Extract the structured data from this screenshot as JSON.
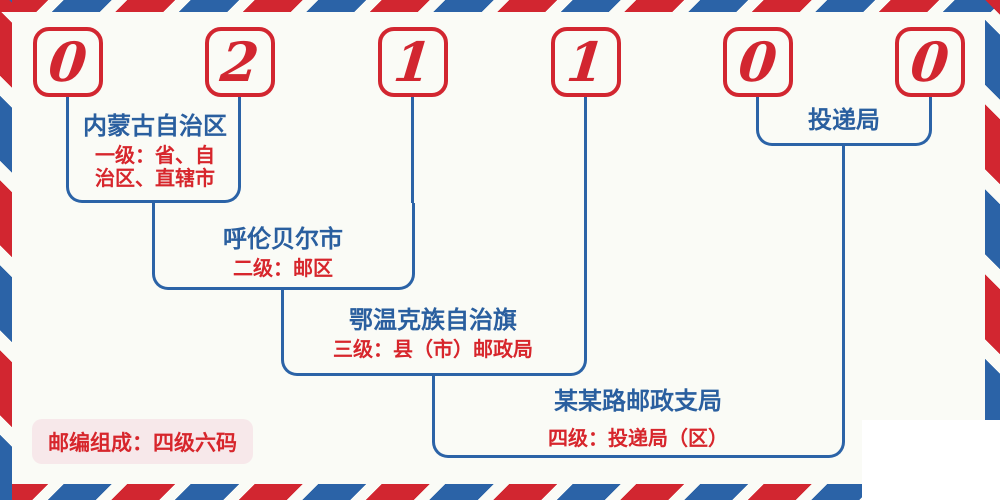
{
  "postal_code_digits": [
    "0",
    "2",
    "1",
    "1",
    "0",
    "0"
  ],
  "levels": [
    {
      "name": "内蒙古自治区",
      "desc_lines": [
        "一级：省、自",
        "治区、直辖市"
      ]
    },
    {
      "name": "呼伦贝尔市",
      "desc_lines": [
        "二级：邮区"
      ]
    },
    {
      "name": "鄂温克族自治旗",
      "desc_lines": [
        "三级：县（市）邮政局"
      ]
    },
    {
      "name": "某某路邮政支局",
      "desc_lines": [
        "四级：投递局（区）"
      ]
    },
    {
      "name": "投递局",
      "desc_lines": []
    }
  ],
  "badge": {
    "label": "邮编组成：四级六码"
  },
  "colors": {
    "stripe_red": "#d22630",
    "stripe_blue": "#2b63a7",
    "text_blue": "#2a5f9f",
    "text_red": "#d7262c",
    "line_blue": "#2b63a7",
    "background": "#fafbf6",
    "badge_background": "#f7e8ea",
    "corner_white": "#ffffff"
  }
}
